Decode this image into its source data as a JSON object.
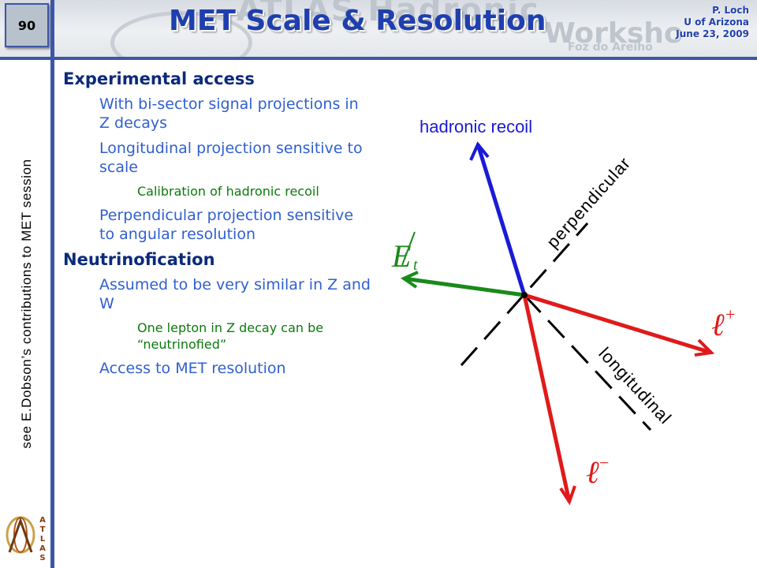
{
  "slide": {
    "number": "90",
    "title": "MET Scale & Resolution",
    "author": [
      "P. Loch",
      "U of Arizona",
      "June 23, 2009"
    ],
    "watermark": [
      "ATLAS Hadronic",
      "Worksho",
      "Foz do Areiho"
    ],
    "side_note": "see E.Dobson’s contributions to MET session"
  },
  "content": {
    "h1": "Experimental  access",
    "b1": "With bi-sector signal projections in Z decays",
    "b2": "Longitudinal projection sensitive to scale",
    "b2a": "Calibration of hadronic recoil",
    "b3": "Perpendicular projection sensitive to angular resolution",
    "h2": "Neutrinofication",
    "b4": "Assumed to be very similar in Z and W",
    "b4a": "One lepton in Z decay can be “neutrinofied”",
    "b5": "Access to MET resolution"
  },
  "diagram": {
    "hadronic_recoil": "hadronic recoil",
    "perpendicular": "perpendicular",
    "longitudinal": "longitudinal",
    "met": "E",
    "met_sub": "t",
    "lplus": "ℓ",
    "lplus_sup": "+",
    "lminus": "ℓ",
    "lminus_sup": "−",
    "colors": {
      "recoil": "#1a1ad6",
      "met": "#1a8a1a",
      "lepton": "#e01a1a",
      "dash": "#000000"
    }
  },
  "logo_text": "ATLAS"
}
